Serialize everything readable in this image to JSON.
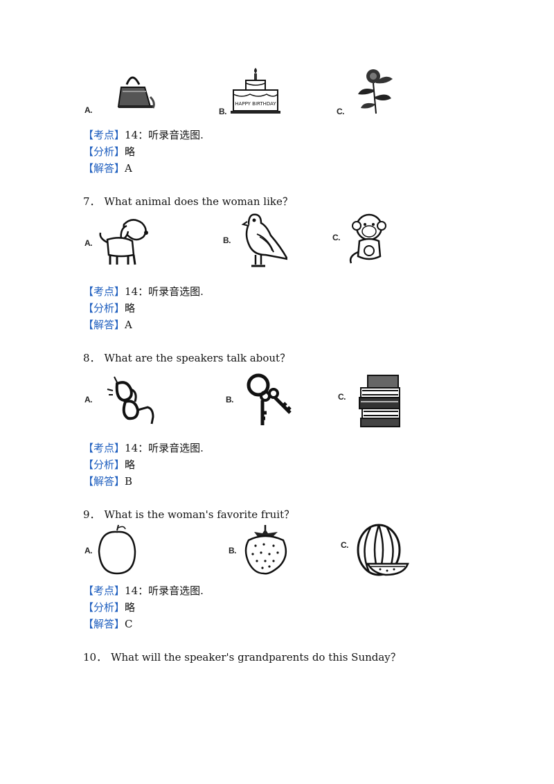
{
  "tags": {
    "kaodian": "考点",
    "fenxi": "分析",
    "jieda": "解答",
    "lb": "【",
    "rb": "】"
  },
  "option_letters": {
    "a": "A.",
    "b": "B.",
    "c": "C."
  },
  "cake_text": "HAPPY BIRTHDAY",
  "blocks": [
    {
      "options": [
        {
          "letter": "A.",
          "icon": "handbag-icon"
        },
        {
          "letter": "B.",
          "icon": "birthday-cake-icon"
        },
        {
          "letter": "C.",
          "icon": "rose-icon"
        }
      ],
      "kaodian": "14：听录音选图.",
      "fenxi": "略",
      "jieda": "A"
    },
    {
      "number": "7．",
      "question": "What animal does the woman like？",
      "options": [
        {
          "letter": "A.",
          "icon": "dog-icon"
        },
        {
          "letter": "B.",
          "icon": "bird-icon"
        },
        {
          "letter": "C.",
          "icon": "monkey-icon"
        }
      ],
      "kaodian": "14：听录音选图.",
      "fenxi": "略",
      "jieda": "A"
    },
    {
      "number": "8．",
      "question": "What are the speakers talk about？",
      "options": [
        {
          "letter": "A.",
          "icon": "glasses-icon"
        },
        {
          "letter": "B.",
          "icon": "keys-icon"
        },
        {
          "letter": "C.",
          "icon": "books-icon"
        }
      ],
      "kaodian": "14：听录音选图.",
      "fenxi": "略",
      "jieda": "B"
    },
    {
      "number": "9．",
      "question": "What is the woman's favorite fruit？",
      "options": [
        {
          "letter": "A.",
          "icon": "plum-icon"
        },
        {
          "letter": "B.",
          "icon": "strawberry-icon"
        },
        {
          "letter": "C.",
          "icon": "watermelon-icon"
        }
      ],
      "kaodian": "14：听录音选图.",
      "fenxi": "略",
      "jieda": "C"
    },
    {
      "number": "10．",
      "question": "What will the speaker's grandparents do this Sunday？"
    }
  ]
}
